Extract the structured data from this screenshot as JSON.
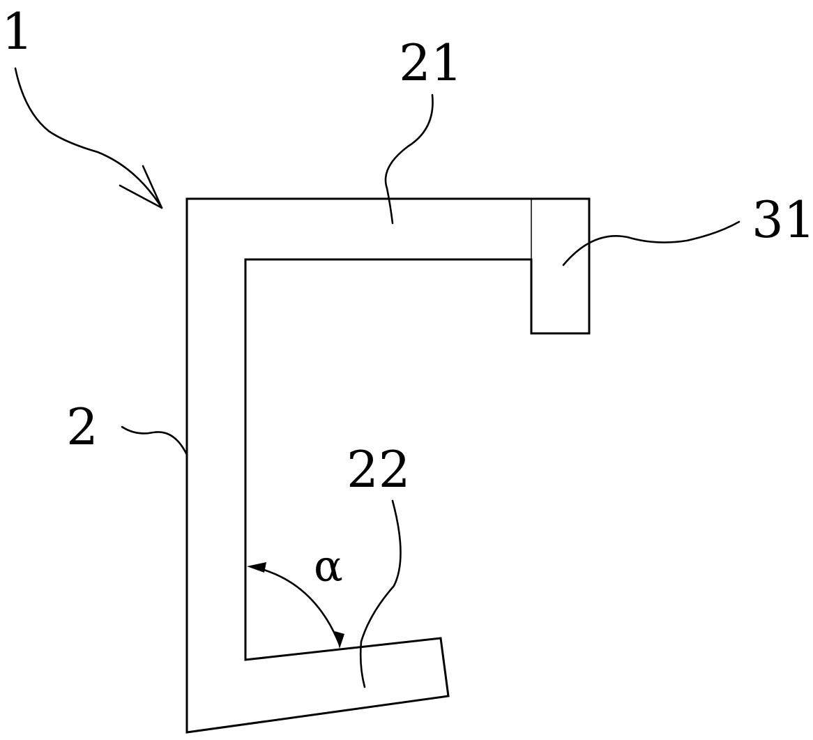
{
  "labels": {
    "assembly": "1",
    "frame": "2",
    "top_arm": "21",
    "bottom_arm": "22",
    "end_block": "31",
    "angle": "α"
  },
  "colors": {
    "line": "#000000",
    "background": "#ffffff"
  },
  "icons": {
    "assembly_pointer": "curved-arrow"
  }
}
